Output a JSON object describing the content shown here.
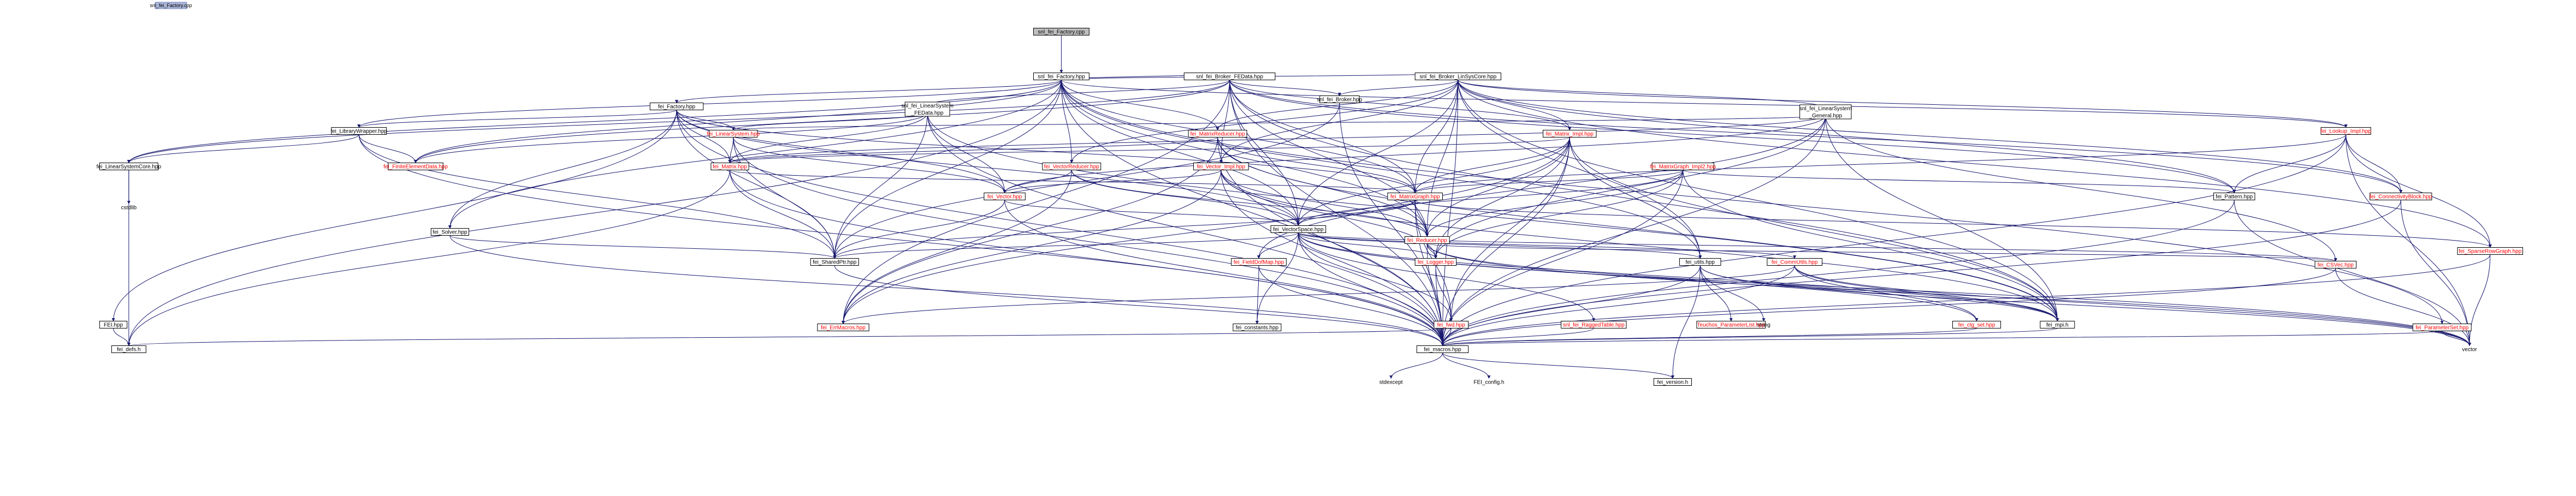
{
  "breadcrumb": {
    "label": "snl_fei_Factory.cpp"
  },
  "colors": {
    "root_fill": "#bfbfbf",
    "normal_fill": "#ffffff",
    "normal_border": "#000000",
    "linked_border": "#ff0000",
    "linked_text": "#ff0000",
    "edge": "#191970",
    "breadcrumb_bg": "#a8b3d6"
  },
  "nodes": [
    {
      "id": "root",
      "label": "snl_fei_Factory.cpp",
      "kind": "root"
    },
    {
      "id": "factory",
      "label": "snl_fei_Factory.hpp",
      "kind": "normal"
    },
    {
      "id": "brokerfedata",
      "label": "snl_fei_Broker_FEData.hpp",
      "kind": "normal"
    },
    {
      "id": "brokerlinsys",
      "label": "snl_fei_Broker_LinSysCore.hpp",
      "kind": "normal"
    },
    {
      "id": "feifactory",
      "label": "fei_Factory.hpp",
      "kind": "normal"
    },
    {
      "id": "lsfedata",
      "label": [
        "snl_fei_LinearSystem",
        "_FEData.hpp"
      ],
      "kind": "normal"
    },
    {
      "id": "broker",
      "label": "snl_fei_Broker.hpp",
      "kind": "normal"
    },
    {
      "id": "lsgeneral",
      "label": [
        "snl_fei_LinearSystem",
        "_General.hpp"
      ],
      "kind": "normal"
    },
    {
      "id": "libwrapper",
      "label": "fei_LibraryWrapper.hpp",
      "kind": "normal"
    },
    {
      "id": "linsystem",
      "label": "fei_LinearSystem.hpp",
      "kind": "linked"
    },
    {
      "id": "matrixreducer",
      "label": "fei_MatrixReducer.hpp",
      "kind": "linked"
    },
    {
      "id": "matriximpl",
      "label": "fei_Matrix_Impl.hpp",
      "kind": "linked"
    },
    {
      "id": "lookupimpl",
      "label": "fei_Lookup_Impl.hpp",
      "kind": "linked"
    },
    {
      "id": "linsyscore",
      "label": "fei_LinearSystemCore.hpp",
      "kind": "normal"
    },
    {
      "id": "fedata",
      "label": "fei_FiniteElementData.hpp",
      "kind": "linked"
    },
    {
      "id": "matrix",
      "label": "fei_Matrix.hpp",
      "kind": "linked"
    },
    {
      "id": "vectorreducer",
      "label": "fei_VectorReducer.hpp",
      "kind": "linked"
    },
    {
      "id": "vectorimpl",
      "label": "fei_Vector_Impl.hpp",
      "kind": "linked"
    },
    {
      "id": "matrixgraphimpl2",
      "label": "fei_MatrixGraph_Impl2.hpp",
      "kind": "linked"
    },
    {
      "id": "cstdlib",
      "label": "cstdlib",
      "kind": "plain"
    },
    {
      "id": "vector_h",
      "label": "fei_Vector.hpp",
      "kind": "linked"
    },
    {
      "id": "matrixgraph",
      "label": "fei_MatrixGraph.hpp",
      "kind": "linked"
    },
    {
      "id": "pattern",
      "label": "fei_Pattern.hpp",
      "kind": "normal"
    },
    {
      "id": "connblock",
      "label": "fei_ConnectivityBlock.hpp",
      "kind": "linked"
    },
    {
      "id": "solver",
      "label": "fei_Solver.hpp",
      "kind": "normal"
    },
    {
      "id": "vectorspace",
      "label": "fei_VectorSpace.hpp",
      "kind": "normal"
    },
    {
      "id": "reducer",
      "label": "fei_Reducer.hpp",
      "kind": "linked"
    },
    {
      "id": "sparserowgraph",
      "label": "fei_SparseRowGraph.hpp",
      "kind": "linked"
    },
    {
      "id": "sharedptr",
      "label": "fei_SharedPtr.hpp",
      "kind": "normal"
    },
    {
      "id": "fielddofmap",
      "label": "fei_FieldDofMap.hpp",
      "kind": "linked"
    },
    {
      "id": "logger",
      "label": "fei_Logger.hpp",
      "kind": "linked"
    },
    {
      "id": "utils",
      "label": "fei_utils.hpp",
      "kind": "normal"
    },
    {
      "id": "commutils",
      "label": "fei_CommUtils.hpp",
      "kind": "linked"
    },
    {
      "id": "csvec",
      "label": "fei_CSVec.hpp",
      "kind": "linked"
    },
    {
      "id": "fei",
      "label": "FEI.hpp",
      "kind": "normal"
    },
    {
      "id": "constants",
      "label": "fei_constants.hpp",
      "kind": "normal"
    },
    {
      "id": "errmacros",
      "label": "fei_ErrMacros.hpp",
      "kind": "linked"
    },
    {
      "id": "iosfwd",
      "label": "fei_fwd.hpp",
      "kind": "linked"
    },
    {
      "id": "raggedtable",
      "label": "snl_fei_RaggedTable.hpp",
      "kind": "linked"
    },
    {
      "id": "teuchos",
      "label": "Teuchos_ParameterList.hpp",
      "kind": "linked"
    },
    {
      "id": "string",
      "label": "string",
      "kind": "plain"
    },
    {
      "id": "ctgset",
      "label": "fei_ctg_set.hpp",
      "kind": "linked"
    },
    {
      "id": "mpi",
      "label": "fei_mpi.h",
      "kind": "normal"
    },
    {
      "id": "paramset",
      "label": "fei_ParameterSet.hpp",
      "kind": "linked"
    },
    {
      "id": "defs",
      "label": "fei_defs.h",
      "kind": "normal"
    },
    {
      "id": "macros",
      "label": "fei_macros.hpp",
      "kind": "normal"
    },
    {
      "id": "vector",
      "label": "vector",
      "kind": "plain"
    },
    {
      "id": "stdexcept",
      "label": "stdexcept",
      "kind": "plain"
    },
    {
      "id": "feiconfig",
      "label": "FEI_config.h",
      "kind": "plain"
    },
    {
      "id": "version",
      "label": "fei_version.h",
      "kind": "normal"
    }
  ],
  "edges": [
    [
      "root",
      "factory"
    ],
    [
      "factory",
      "brokerfedata"
    ],
    [
      "factory",
      "brokerlinsys"
    ],
    [
      "factory",
      "feifactory"
    ],
    [
      "factory",
      "libwrapper"
    ],
    [
      "factory",
      "linsyscore"
    ],
    [
      "factory",
      "solver"
    ],
    [
      "factory",
      "macros"
    ],
    [
      "factory",
      "defs"
    ],
    [
      "factory",
      "paramset"
    ],
    [
      "factory",
      "utils"
    ],
    [
      "factory",
      "vectorspace"
    ],
    [
      "factory",
      "matrixgraph"
    ],
    [
      "factory",
      "reducer"
    ],
    [
      "factory",
      "matrixreducer"
    ],
    [
      "factory",
      "vectorreducer"
    ],
    [
      "factory",
      "fedata"
    ],
    [
      "factory",
      "sharedptr"
    ],
    [
      "factory",
      "lookupimpl"
    ],
    [
      "brokerfedata",
      "lsfedata"
    ],
    [
      "brokerfedata",
      "broker"
    ],
    [
      "brokerfedata",
      "vectorspace"
    ],
    [
      "brokerfedata",
      "matrixgraph"
    ],
    [
      "brokerfedata",
      "reducer"
    ],
    [
      "brokerfedata",
      "matriximpl"
    ],
    [
      "brokerfedata",
      "vectorimpl"
    ],
    [
      "brokerfedata",
      "connblock"
    ],
    [
      "brokerfedata",
      "pattern"
    ],
    [
      "brokerfedata",
      "linsyscore"
    ],
    [
      "brokerfedata",
      "fedata"
    ],
    [
      "brokerfedata",
      "mpi"
    ],
    [
      "brokerfedata",
      "macros"
    ],
    [
      "brokerfedata",
      "errmacros"
    ],
    [
      "brokerlinsys",
      "lsgeneral"
    ],
    [
      "brokerlinsys",
      "broker"
    ],
    [
      "brokerlinsys",
      "matrixreducer"
    ],
    [
      "brokerlinsys",
      "matriximpl"
    ],
    [
      "brokerlinsys",
      "lookupimpl"
    ],
    [
      "brokerlinsys",
      "vectorreducer"
    ],
    [
      "brokerlinsys",
      "matrixgraph"
    ],
    [
      "brokerlinsys",
      "vectorspace"
    ],
    [
      "brokerlinsys",
      "reducer"
    ],
    [
      "brokerlinsys",
      "utils"
    ],
    [
      "brokerlinsys",
      "mpi"
    ],
    [
      "brokerlinsys",
      "macros"
    ],
    [
      "brokerlinsys",
      "sparserowgraph"
    ],
    [
      "brokerlinsys",
      "pattern"
    ],
    [
      "brokerlinsys",
      "connblock"
    ],
    [
      "brokerlinsys",
      "vectorimpl"
    ],
    [
      "feifactory",
      "linsystem"
    ],
    [
      "feifactory",
      "matrix"
    ],
    [
      "feifactory",
      "vector_h"
    ],
    [
      "feifactory",
      "libwrapper"
    ],
    [
      "feifactory",
      "solver"
    ],
    [
      "feifactory",
      "fei"
    ],
    [
      "feifactory",
      "sharedptr"
    ],
    [
      "feifactory",
      "macros"
    ],
    [
      "feifactory",
      "matrixgraph"
    ],
    [
      "feifactory",
      "vectorspace"
    ],
    [
      "lsfedata",
      "linsystem"
    ],
    [
      "lsfedata",
      "matrix"
    ],
    [
      "lsfedata",
      "vector_h"
    ],
    [
      "lsfedata",
      "fedata"
    ],
    [
      "lsfedata",
      "sharedptr"
    ],
    [
      "lsfedata",
      "mpi"
    ],
    [
      "lsfedata",
      "macros"
    ],
    [
      "broker",
      "sharedptr"
    ],
    [
      "broker",
      "macros"
    ],
    [
      "lsgeneral",
      "linsystem"
    ],
    [
      "lsgeneral",
      "matrix"
    ],
    [
      "lsgeneral",
      "vector_h"
    ],
    [
      "lsgeneral",
      "logger"
    ],
    [
      "lsgeneral",
      "mpi"
    ],
    [
      "lsgeneral",
      "fielddofmap"
    ],
    [
      "lsgeneral",
      "macros"
    ],
    [
      "lsgeneral",
      "csvec"
    ],
    [
      "libwrapper",
      "linsyscore"
    ],
    [
      "libwrapper",
      "fedata"
    ],
    [
      "libwrapper",
      "sharedptr"
    ],
    [
      "libwrapper",
      "macros"
    ],
    [
      "linsystem",
      "matrix"
    ],
    [
      "linsystem",
      "vector_h"
    ],
    [
      "linsystem",
      "sharedptr"
    ],
    [
      "linsystem",
      "macros"
    ],
    [
      "matrixreducer",
      "matrix"
    ],
    [
      "matrixreducer",
      "reducer"
    ],
    [
      "matrixreducer",
      "matrixgraph"
    ],
    [
      "matrixreducer",
      "errmacros"
    ],
    [
      "matrixreducer",
      "mpi"
    ],
    [
      "matrixreducer",
      "macros"
    ],
    [
      "matriximpl",
      "matrix"
    ],
    [
      "matriximpl",
      "matrixgraph"
    ],
    [
      "matriximpl",
      "vectorspace"
    ],
    [
      "matriximpl",
      "reducer"
    ],
    [
      "matriximpl",
      "logger"
    ],
    [
      "matriximpl",
      "mpi"
    ],
    [
      "matriximpl",
      "errmacros"
    ],
    [
      "matriximpl",
      "macros"
    ],
    [
      "matriximpl",
      "utils"
    ],
    [
      "matriximpl",
      "iosfwd"
    ],
    [
      "lookupimpl",
      "matrixgraph"
    ],
    [
      "lookupimpl",
      "pattern"
    ],
    [
      "lookupimpl",
      "connblock"
    ],
    [
      "lookupimpl",
      "sparserowgraph"
    ],
    [
      "lookupimpl",
      "macros"
    ],
    [
      "lookupimpl",
      "vector"
    ],
    [
      "linsyscore",
      "defs"
    ],
    [
      "linsyscore",
      "cstdlib"
    ],
    [
      "matrix",
      "sharedptr"
    ],
    [
      "matrix",
      "matrixgraph"
    ],
    [
      "matrix",
      "defs"
    ],
    [
      "matrix",
      "macros"
    ],
    [
      "vectorreducer",
      "vector_h"
    ],
    [
      "vectorreducer",
      "reducer"
    ],
    [
      "vectorreducer",
      "vectorspace"
    ],
    [
      "vectorreducer",
      "errmacros"
    ],
    [
      "vectorimpl",
      "vector_h"
    ],
    [
      "vectorimpl",
      "vectorspace"
    ],
    [
      "vectorimpl",
      "reducer"
    ],
    [
      "vectorimpl",
      "logger"
    ],
    [
      "vectorimpl",
      "errmacros"
    ],
    [
      "vectorimpl",
      "macros"
    ],
    [
      "vectorimpl",
      "mpi"
    ],
    [
      "matrixgraphimpl2",
      "matrixgraph"
    ],
    [
      "matrixgraphimpl2",
      "vectorspace"
    ],
    [
      "matrixgraphimpl2",
      "reducer"
    ],
    [
      "matrixgraphimpl2",
      "logger"
    ],
    [
      "matrixgraphimpl2",
      "pattern"
    ],
    [
      "matrixgraphimpl2",
      "macros"
    ],
    [
      "matrixgraphimpl2",
      "mpi"
    ],
    [
      "vector_h",
      "sharedptr"
    ],
    [
      "vector_h",
      "macros"
    ],
    [
      "vector_h",
      "vectorspace"
    ],
    [
      "matrixgraph",
      "vectorspace"
    ],
    [
      "matrixgraph",
      "sharedptr"
    ],
    [
      "matrixgraph",
      "sparserowgraph"
    ],
    [
      "matrixgraph",
      "reducer"
    ],
    [
      "matrixgraph",
      "macros"
    ],
    [
      "matrixgraph",
      "iosfwd"
    ],
    [
      "pattern",
      "macros"
    ],
    [
      "pattern",
      "vector"
    ],
    [
      "connblock",
      "macros"
    ],
    [
      "connblock",
      "vector"
    ],
    [
      "solver",
      "sharedptr"
    ],
    [
      "solver",
      "macros"
    ],
    [
      "vectorspace",
      "sharedptr"
    ],
    [
      "vectorspace",
      "fielddofmap"
    ],
    [
      "vectorspace",
      "logger"
    ],
    [
      "vectorspace",
      "utils"
    ],
    [
      "vectorspace",
      "commutils"
    ],
    [
      "vectorspace",
      "csvec"
    ],
    [
      "vectorspace",
      "iosfwd"
    ],
    [
      "vectorspace",
      "constants"
    ],
    [
      "vectorspace",
      "macros"
    ],
    [
      "vectorspace",
      "raggedtable"
    ],
    [
      "vectorspace",
      "ctgset"
    ],
    [
      "vectorspace",
      "mpi"
    ],
    [
      "vectorspace",
      "vector"
    ],
    [
      "reducer",
      "macros"
    ],
    [
      "reducer",
      "mpi"
    ],
    [
      "reducer",
      "logger"
    ],
    [
      "reducer",
      "csvec"
    ],
    [
      "reducer",
      "vector"
    ],
    [
      "sparserowgraph",
      "macros"
    ],
    [
      "sparserowgraph",
      "vector"
    ],
    [
      "sharedptr",
      "macros"
    ],
    [
      "fielddofmap",
      "constants"
    ],
    [
      "fielddofmap",
      "macros"
    ],
    [
      "logger",
      "iosfwd"
    ],
    [
      "logger",
      "macros"
    ],
    [
      "utils",
      "teuchos"
    ],
    [
      "utils",
      "string"
    ],
    [
      "utils",
      "vector"
    ],
    [
      "utils",
      "macros"
    ],
    [
      "utils",
      "mpi"
    ],
    [
      "utils",
      "version"
    ],
    [
      "commutils",
      "mpi"
    ],
    [
      "commutils",
      "macros"
    ],
    [
      "commutils",
      "errmacros"
    ],
    [
      "commutils",
      "ctgset"
    ],
    [
      "commutils",
      "vector"
    ],
    [
      "csvec",
      "macros"
    ],
    [
      "csvec",
      "vector"
    ],
    [
      "fei",
      "defs"
    ],
    [
      "iosfwd",
      "macros"
    ],
    [
      "iosfwd",
      "defs"
    ],
    [
      "raggedtable",
      "macros"
    ],
    [
      "ctgset",
      "macros"
    ],
    [
      "mpi",
      "macros"
    ],
    [
      "paramset",
      "macros"
    ],
    [
      "paramset",
      "vector"
    ],
    [
      "macros",
      "stdexcept"
    ],
    [
      "macros",
      "feiconfig"
    ],
    [
      "macros",
      "version"
    ]
  ]
}
